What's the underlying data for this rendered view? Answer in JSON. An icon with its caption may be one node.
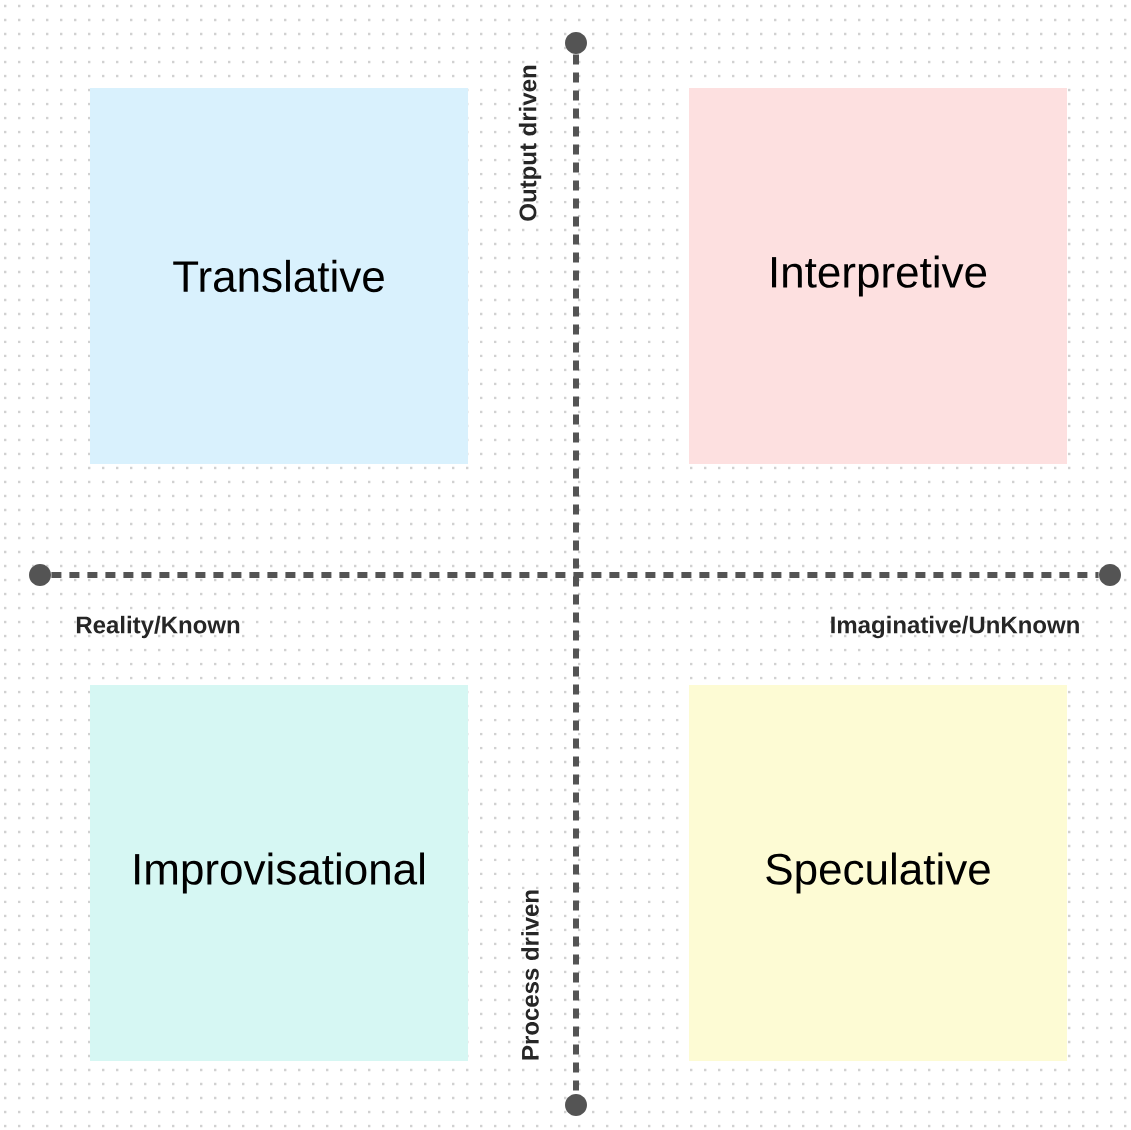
{
  "diagram": {
    "nodes": [
      {
        "text": [],
        "shape": "circle"
      },
      {
        "text": [
          "Translative"
        ]
      },
      {
        "text": [
          "Interpretive"
        ]
      },
      {
        "text": [],
        "shape": "circle"
      },
      {
        "text": [],
        "shape": "circle"
      },
      {
        "text": [
          "Improvisational"
        ]
      },
      {
        "text": [
          "Speculative"
        ]
      },
      {
        "text": [],
        "shape": "circle"
      }
    ],
    "edges": [
      {
        "from": 0,
        "to": 7,
        "arrow": "none",
        "style": "dashed"
      },
      {
        "from": 3,
        "to": 4,
        "arrow": "none",
        "style": "dashed"
      }
    ],
    "labels": [
      "Output driven",
      "Reality/Known",
      "Imaginative/UnKnown",
      "Process driven"
    ]
  }
}
